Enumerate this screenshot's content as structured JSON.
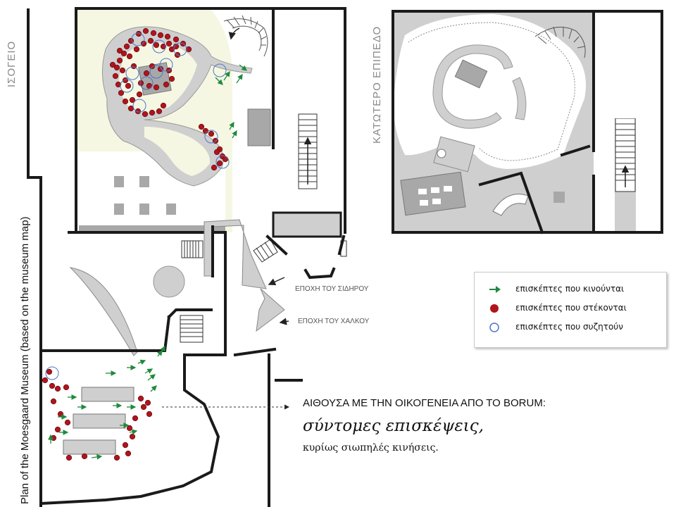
{
  "labels": {
    "ground_floor": "ΙΣΟΓΕΙΟ",
    "lower_floor": "ΚΑΤΩΤΕΡΟ ΕΠΙΠΕΔΟ",
    "plan_caption": "Plan of the Moesgaard Museum (based on the museum map)",
    "iron_age": "ΕΠΟΧΗ ΤΟΥ ΣΙΔΗΡΟΥ",
    "bronze_age": "ΕΠΟΧΗ ΤΟΥ ΧΑΛΚΟΥ"
  },
  "legend": {
    "moving": "επισκέπτες που κινούνται",
    "standing": "επισκέπτες που στέκονται",
    "talking": "επισκέπτες που συζητούν"
  },
  "annotation": {
    "title": "ΑΙΘΟΥΣΑ ΜΕ ΤΗΝ ΟΙΚΟΓΕΝΕΙΑ ΑΠΟ ΤΟ BORUM:",
    "line1": "σύντομες επισκέψεις,",
    "line2": "κυρίως σιωπηλές κινήσεις."
  },
  "colors": {
    "standing_dot": "#b0141c",
    "talking_ring": "#4a78c8",
    "moving_arrow": "#1e8a3c",
    "highlight_zone": "#f5f7e2",
    "exhibit_grey": "#cfcfcf",
    "dark_grey": "#a8a8a8",
    "wall": "#1a1a1a"
  }
}
